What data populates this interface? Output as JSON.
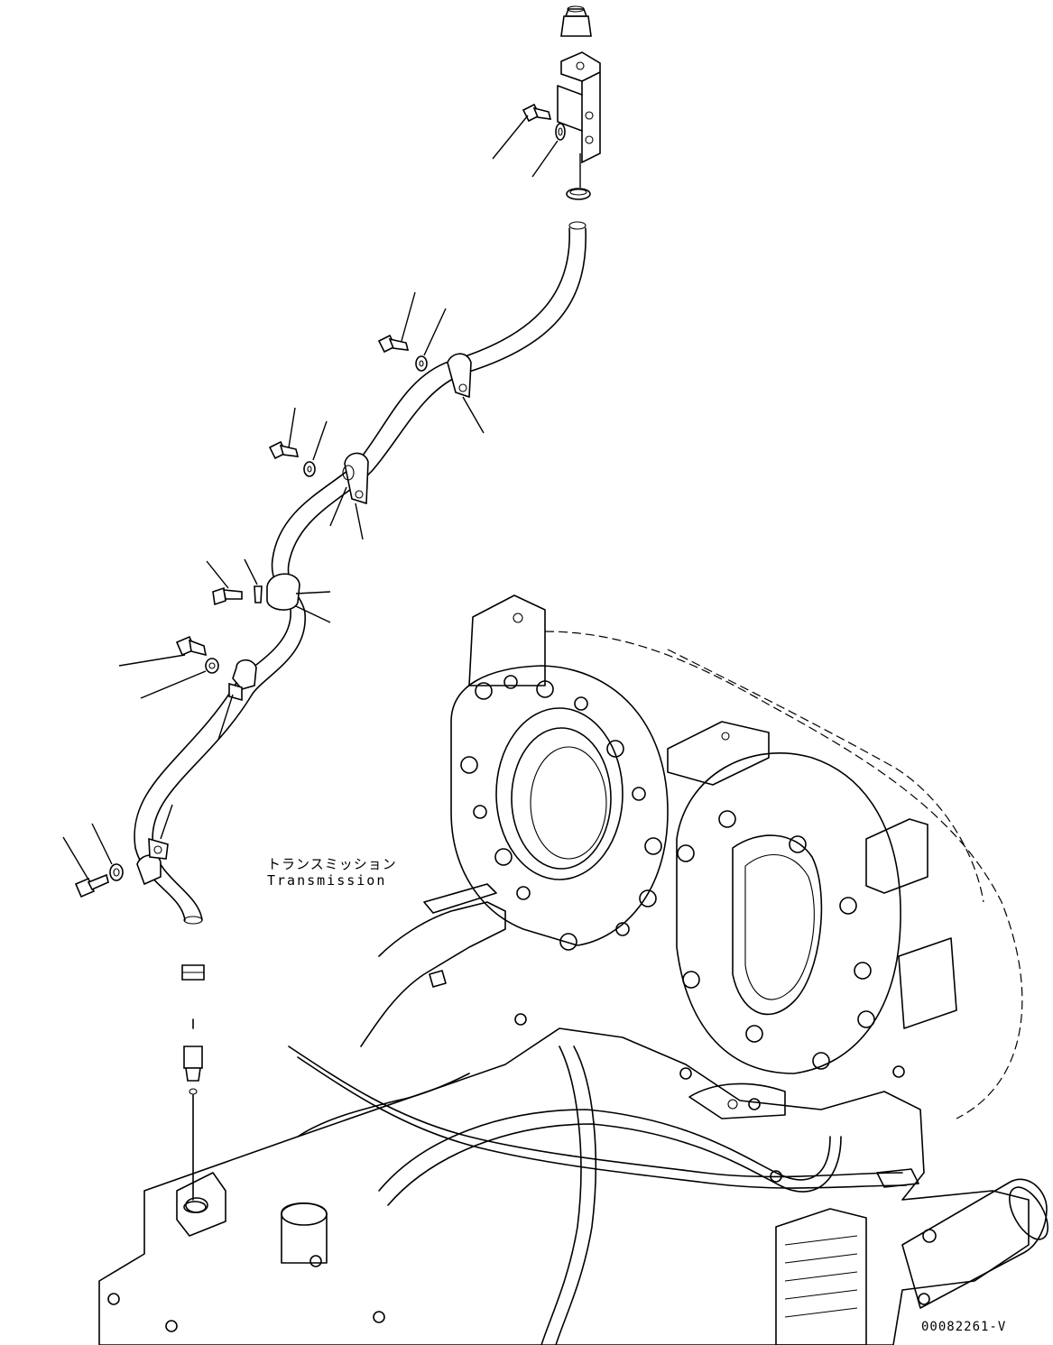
{
  "labels": {
    "transmission_jp": "トランスミッション",
    "transmission_en": "Transmission",
    "drawing_code": "00082261-V"
  },
  "parts": {
    "top_cap": "cap",
    "upper_bracket": "bracket",
    "breather_hose": "hose",
    "hose_clamps": "clamp",
    "bolts": "bolt",
    "washers": "washer",
    "transmission": "transmission-housing"
  }
}
